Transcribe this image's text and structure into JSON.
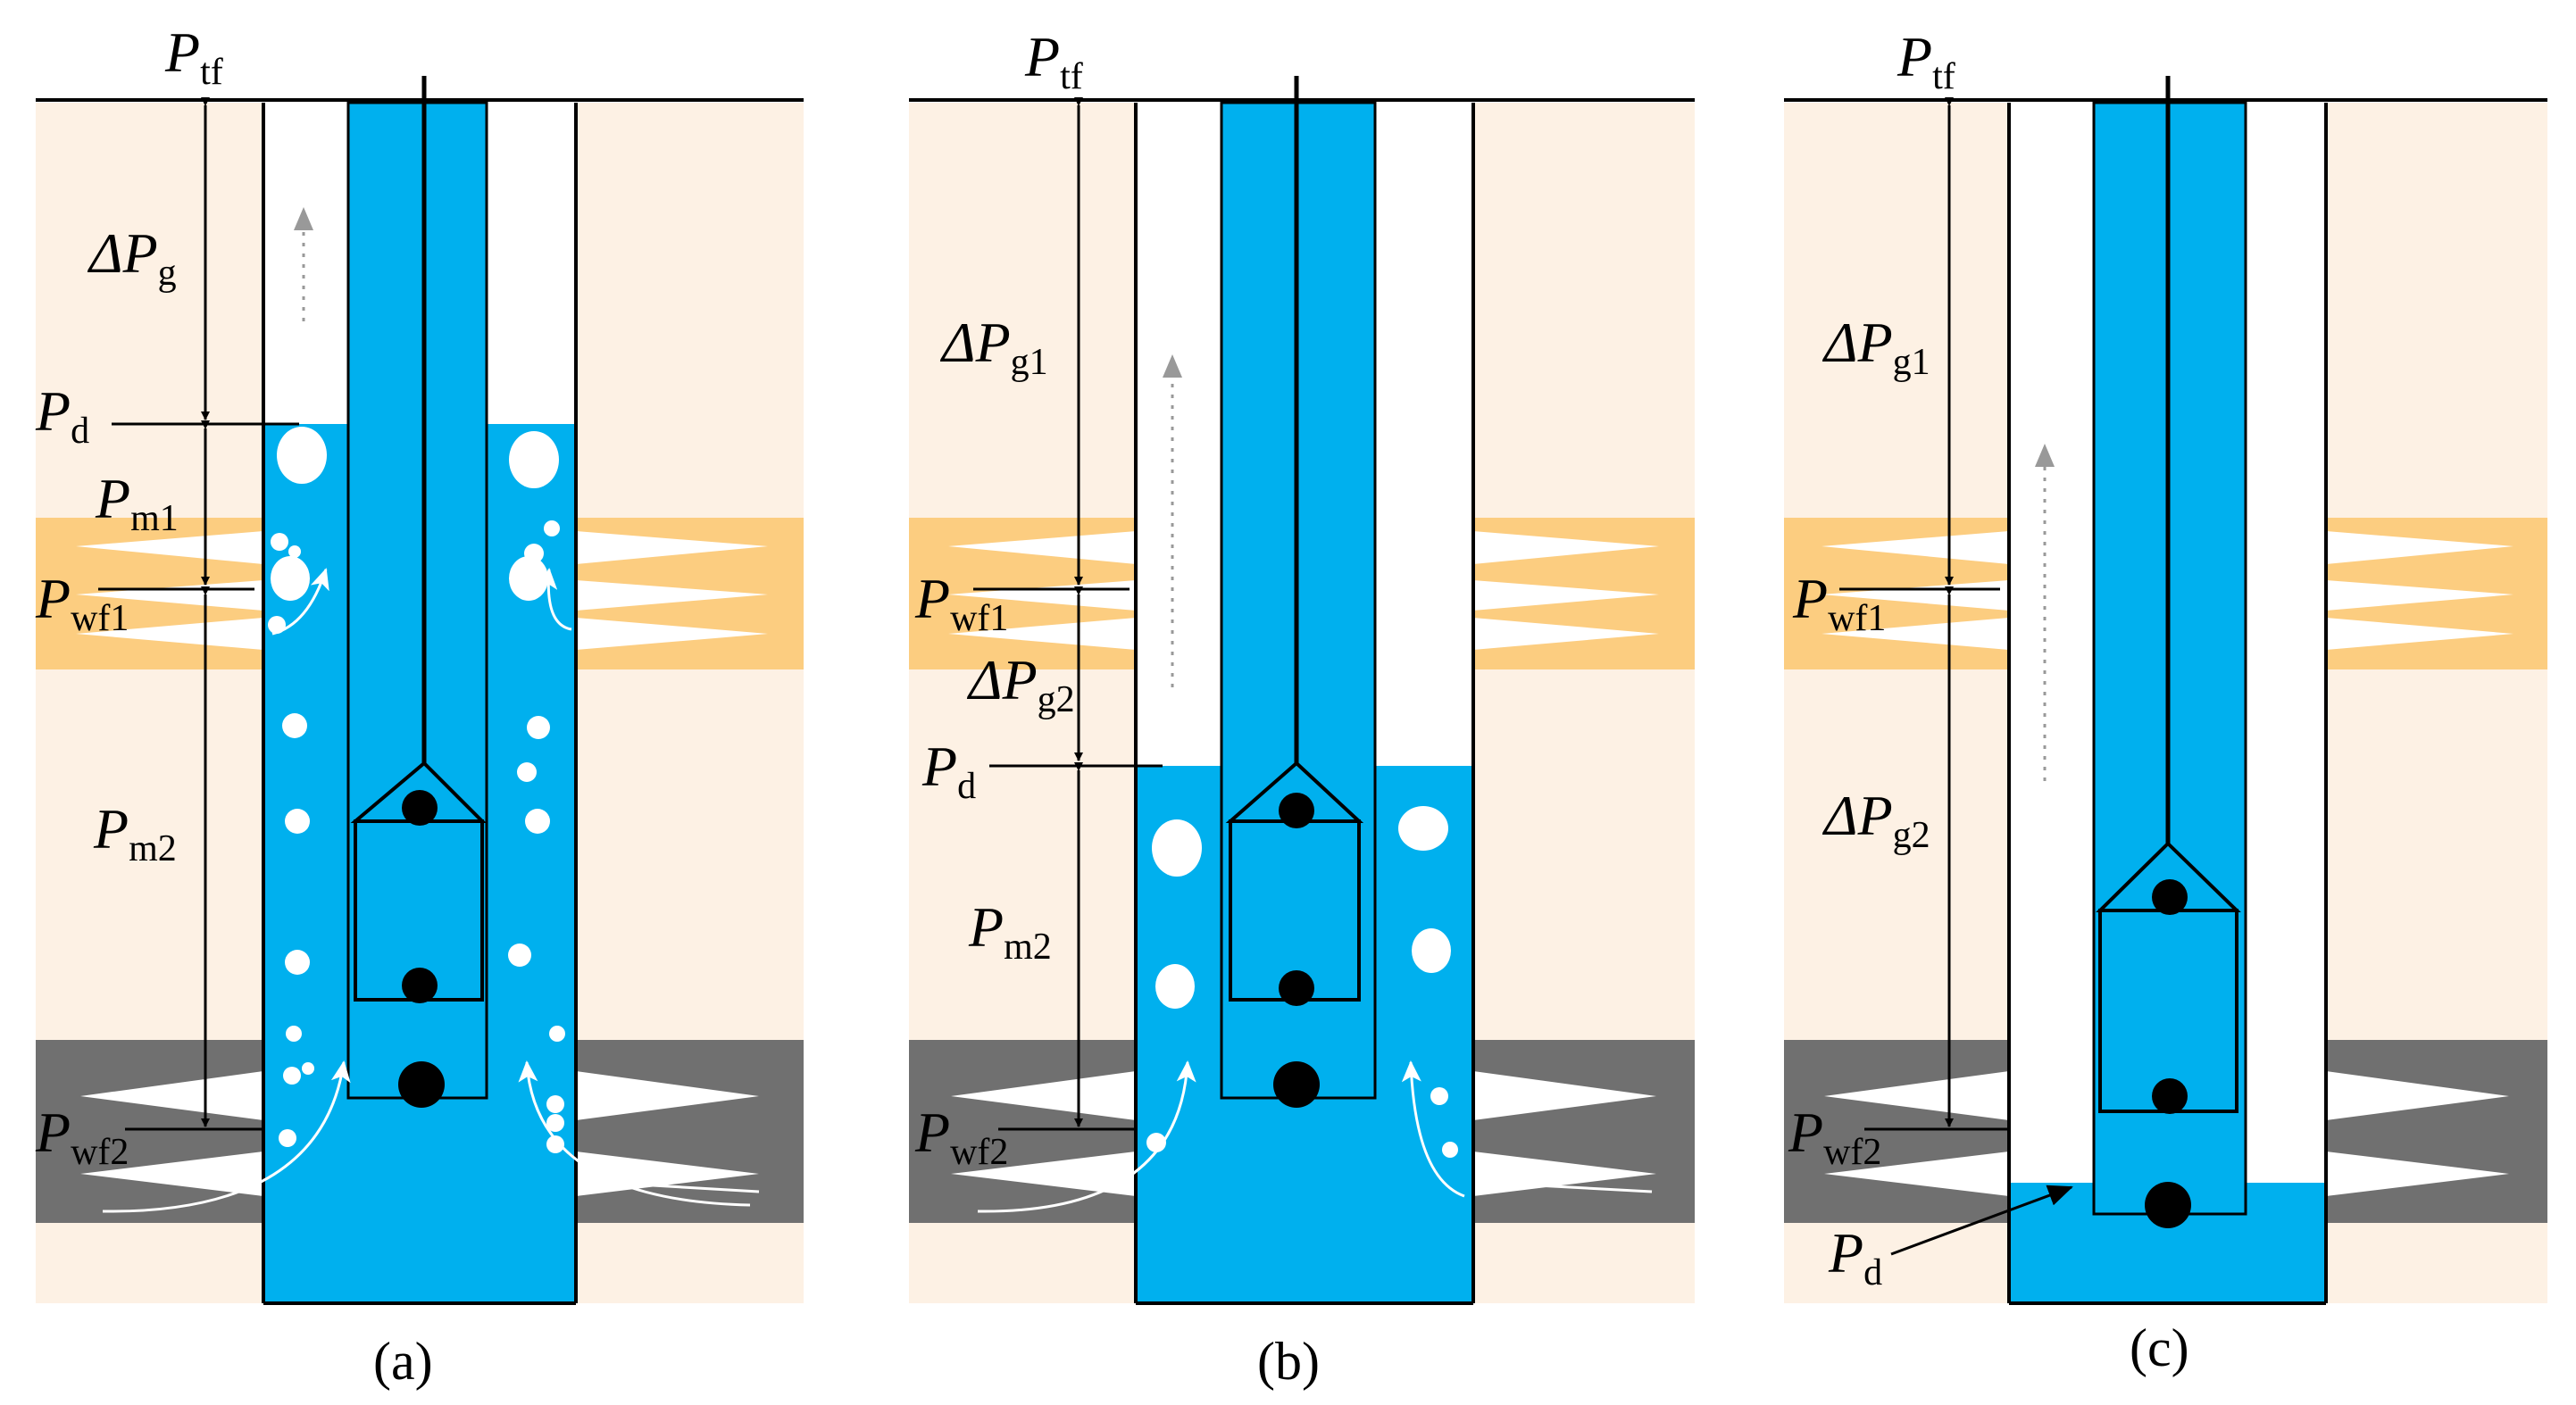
{
  "colors": {
    "formation": "#fdf1e4",
    "oil_layer": "#fccd80",
    "water_layer": "#707070",
    "fluid": "#00b0ee",
    "gas": "#ffffff",
    "line": "#000000",
    "arrow_dashed": "#999999"
  },
  "panels": [
    {
      "caption": "(a)",
      "labels": {
        "ptf": {
          "sym": "P",
          "sub": "tf"
        },
        "dpg": {
          "sym": "ΔP",
          "sub": "g"
        },
        "pd": {
          "sym": "P",
          "sub": "d"
        },
        "pm1": {
          "sym": "P",
          "sub": "m1"
        },
        "pwf1": {
          "sym": "P",
          "sub": "wf1"
        },
        "pm2": {
          "sym": "P",
          "sub": "m2"
        },
        "pwf2": {
          "sym": "P",
          "sub": "wf2"
        }
      }
    },
    {
      "caption": "(b)",
      "labels": {
        "ptf": {
          "sym": "P",
          "sub": "tf"
        },
        "dpg1": {
          "sym": "ΔP",
          "sub": "g1"
        },
        "pwf1": {
          "sym": "P",
          "sub": "wf1"
        },
        "dpg2": {
          "sym": "ΔP",
          "sub": "g2"
        },
        "pd": {
          "sym": "P",
          "sub": "d"
        },
        "pm2": {
          "sym": "P",
          "sub": "m2"
        },
        "pwf2": {
          "sym": "P",
          "sub": "wf2"
        }
      }
    },
    {
      "caption": "(c)",
      "labels": {
        "ptf": {
          "sym": "P",
          "sub": "tf"
        },
        "dpg1": {
          "sym": "ΔP",
          "sub": "g1"
        },
        "pwf1": {
          "sym": "P",
          "sub": "wf1"
        },
        "dpg2": {
          "sym": "ΔP",
          "sub": "g2"
        },
        "pwf2": {
          "sym": "P",
          "sub": "wf2"
        },
        "pd": {
          "sym": "P",
          "sub": "d"
        }
      }
    }
  ]
}
